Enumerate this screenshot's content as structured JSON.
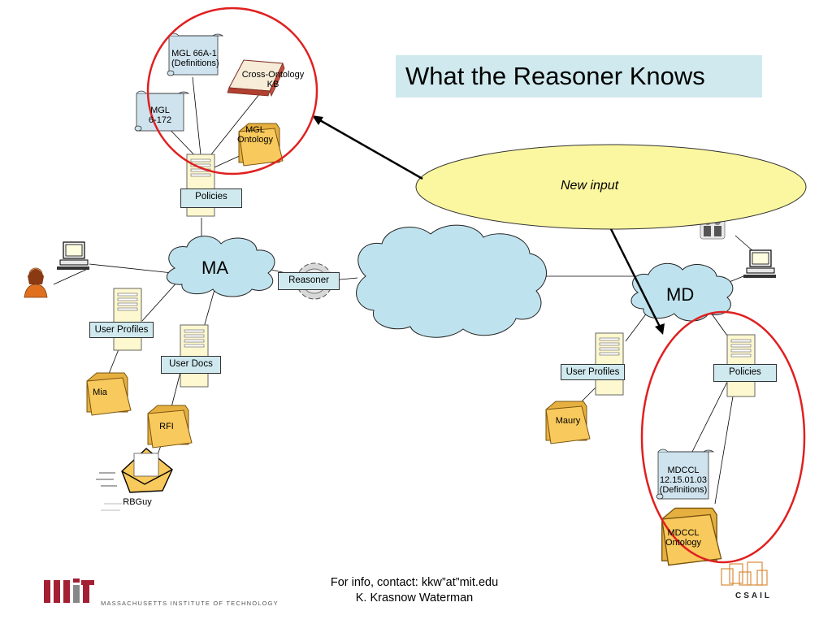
{
  "slide": {
    "title": "What the Reasoner Knows",
    "new_input": "New input",
    "footer_line1": "For info, contact: kkw”at”mit.edu",
    "footer_line2": "K. Krasnow Waterman",
    "mit_text": "MASSACHUSETTS INSTITUTE OF TECHNOLOGY",
    "mit_logo_letters": "MIT",
    "csail_text": "CSAIL"
  },
  "left": {
    "doc_mgl66": "MGL 66A-1",
    "doc_mgl66_sub": "(Definitions)",
    "doc_mgl6": "MGL",
    "doc_mgl6_sub": "6-172",
    "book_line1": "Cross-Ontology",
    "book_line2": "KB",
    "folder_line1": "MGL",
    "folder_line2": "Ontology",
    "policies": "Policies",
    "cloud": "MA",
    "reasoner": "Reasoner",
    "user_profiles": "User Profiles",
    "user_docs": "User Docs",
    "folder_mia": "Mia",
    "folder_rfi": "RFI",
    "envelope_label": "RBGuy"
  },
  "right": {
    "cloud": "MD",
    "user_profiles": "User Profiles",
    "policies": "Policies",
    "folder_maury": "Maury",
    "doc_line1": "MDCCL",
    "doc_line2": "12.15.01.03",
    "doc_line3": "(Definitions)",
    "folder_line1": "MDCCL",
    "folder_line2": "Ontology"
  },
  "colors": {
    "red_circle": "#e02020",
    "cloud_fill": "#bfe3ee",
    "ellipse_fill": "#fbf7a0",
    "box_fill": "#cfe9ee",
    "server_fill": "#fdf8cf",
    "folder_fill": "#f8c95c",
    "doc_fill": "#cfe3ee"
  }
}
